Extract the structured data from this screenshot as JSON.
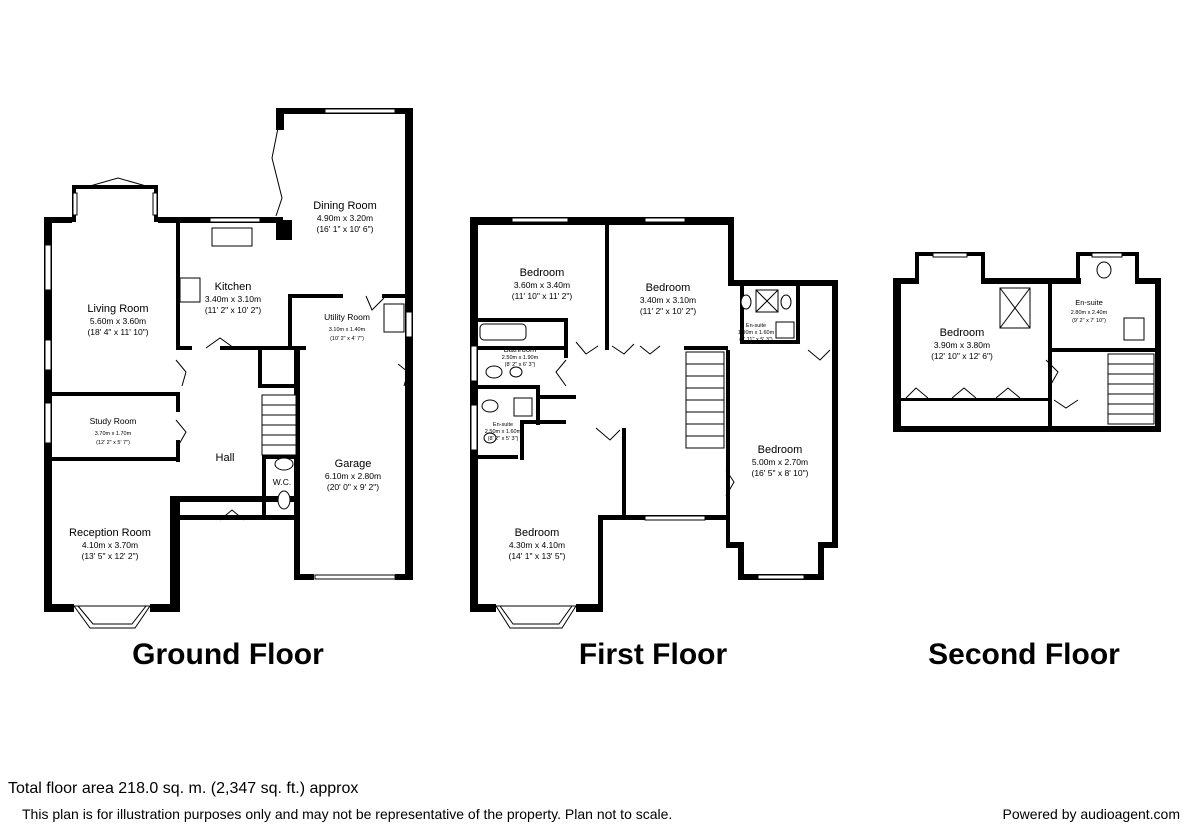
{
  "floors": {
    "ground": {
      "title": "Ground Floor",
      "rooms": {
        "dining": {
          "name": "Dining Room",
          "metric": "4.90m x 3.20m",
          "imperial": "(16' 1\" x 10' 6\")"
        },
        "kitchen": {
          "name": "Kitchen",
          "metric": "3.40m x 3.10m",
          "imperial": "(11' 2\" x 10' 2\")"
        },
        "living": {
          "name": "Living Room",
          "metric": "5.60m x 3.60m",
          "imperial": "(18' 4\" x 11' 10\")"
        },
        "utility": {
          "name": "Utility Room",
          "metric": "3.10m x 1.40m",
          "imperial": "(10' 2\" x 4' 7\")"
        },
        "study": {
          "name": "Study Room",
          "metric": "3.70m x 1.70m",
          "imperial": "(12' 2\" x 5' 7\")"
        },
        "hall": {
          "name": "Hall"
        },
        "wc": {
          "name": "W.C."
        },
        "garage": {
          "name": "Garage",
          "metric": "6.10m x 2.80m",
          "imperial": "(20' 0\" x 9' 2\")"
        },
        "reception": {
          "name": "Reception Room",
          "metric": "4.10m x 3.70m",
          "imperial": "(13' 5\" x 12' 2\")"
        }
      }
    },
    "first": {
      "title": "First Floor",
      "rooms": {
        "bed1": {
          "name": "Bedroom",
          "metric": "3.60m x 3.40m",
          "imperial": "(11' 10\" x 11' 2\")"
        },
        "bed2": {
          "name": "Bedroom",
          "metric": "3.40m x 3.10m",
          "imperial": "(11' 2\" x 10' 2\")"
        },
        "ensuite1": {
          "name": "En-suite",
          "metric": "1.90m x 1.60m",
          "imperial": "(6' 11\" x 5' 3\")"
        },
        "bathroom": {
          "name": "Bathroom",
          "metric": "2.50m x 1.90m",
          "imperial": "(8' 2\" x 6' 3\")"
        },
        "ensuite2": {
          "name": "En-suite",
          "metric": "2.50m x 1.60m",
          "imperial": "(8' 2\" x 5' 3\")"
        },
        "bed3": {
          "name": "Bedroom",
          "metric": "5.00m x 2.70m",
          "imperial": "(16' 5\" x 8' 10\")"
        },
        "bed4": {
          "name": "Bedroom",
          "metric": "4.30m x 4.10m",
          "imperial": "(14' 1\" x 13' 5\")"
        }
      }
    },
    "second": {
      "title": "Second Floor",
      "rooms": {
        "bed": {
          "name": "Bedroom",
          "metric": "3.90m x 3.80m",
          "imperial": "(12' 10\" x 12' 6\")"
        },
        "ensuite": {
          "name": "En-suite",
          "metric": "2.80m x 2.40m",
          "imperial": "(9' 2\" x 7' 10\")"
        }
      }
    }
  },
  "footer": {
    "total_area": "Total floor area 218.0 sq. m. (2,347 sq. ft.) approx",
    "disclaimer": "This plan is for illustration purposes only and may not be representative of the property. Plan not to scale.",
    "powered_by": "Powered by audioagent.com"
  }
}
